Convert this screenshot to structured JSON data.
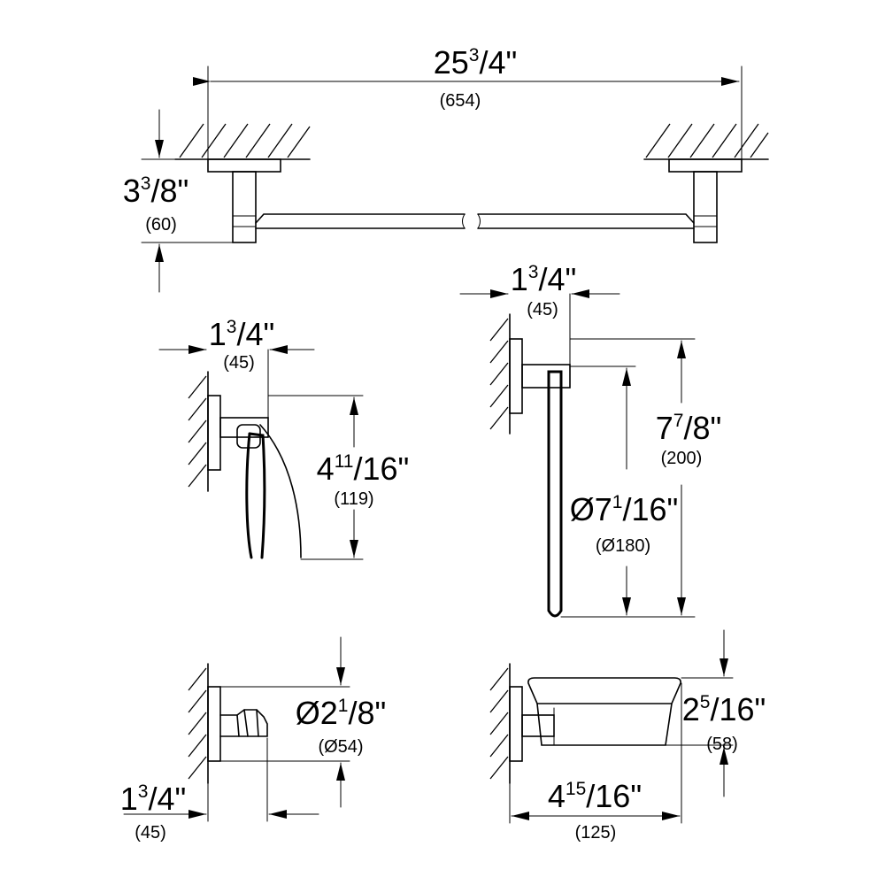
{
  "dimensions": {
    "towel_bar_width": {
      "whole": "25",
      "num": "3",
      "den": "/4\"",
      "mm": "(654)"
    },
    "towel_bar_depth": {
      "whole": "3",
      "num": "3",
      "den": "/8\"",
      "mm": "(60)"
    },
    "toilet_holder_depth": {
      "whole": "1",
      "num": "3",
      "den": "/4\"",
      "mm": "(45)"
    },
    "toilet_holder_height": {
      "whole": "4",
      "num": "11",
      "den": "/16\"",
      "mm": "(119)"
    },
    "ring_depth": {
      "whole": "1",
      "num": "3",
      "den": "/4\"",
      "mm": "(45)"
    },
    "ring_height": {
      "whole": "7",
      "num": "7",
      "den": "/8\"",
      "mm": "(200)"
    },
    "ring_diameter": {
      "whole": "Ø7",
      "num": "1",
      "den": "/16\"",
      "mm": "(Ø180)"
    },
    "hook_diameter": {
      "whole": "Ø2",
      "num": "1",
      "den": "/8\"",
      "mm": "(Ø54)"
    },
    "hook_depth": {
      "whole": "1",
      "num": "3",
      "den": "/4\"",
      "mm": "(45)"
    },
    "soap_height": {
      "whole": "2",
      "num": "5",
      "den": "/16\"",
      "mm": "(58)"
    },
    "soap_depth": {
      "whole": "4",
      "num": "15",
      "den": "/16\"",
      "mm": "(125)"
    }
  },
  "colors": {
    "line": "#000000",
    "background": "#ffffff"
  }
}
